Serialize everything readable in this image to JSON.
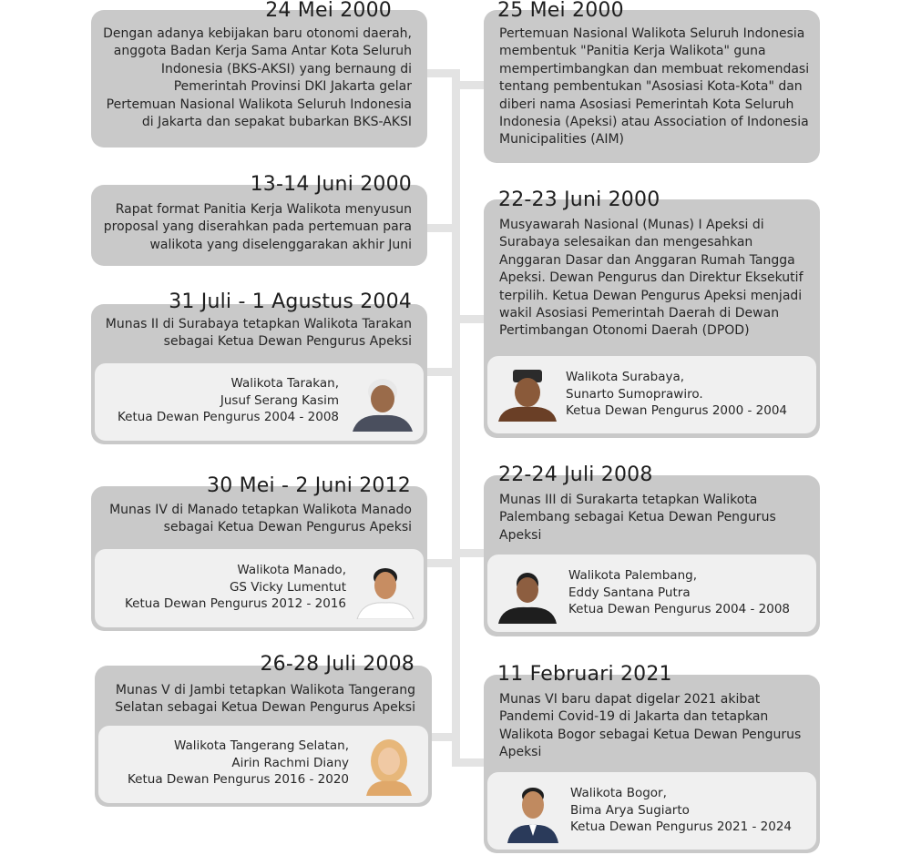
{
  "events": [
    {
      "id": "e1",
      "date": "24 Mei 2000",
      "description": "Dengan adanya kebijakan baru otonomi daerah, anggota Badan Kerja Sama Antar Kota Seluruh Indonesia (BKS-AKSI) yang bernaung di Pemerintah Provinsi DKI Jakarta gelar Pertemuan Nasional Walikota Seluruh Indonesia di Jakarta dan sepakat bubarkan BKS-AKSI"
    },
    {
      "id": "e2",
      "date": "25 Mei 2000",
      "description": "Pertemuan Nasional Walikota Seluruh Indonesia membentuk \"Panitia Kerja Walikota\" guna mempertimbangkan dan membuat rekomendasi tentang pembentukan \"Asosiasi Kota-Kota\" dan diberi nama Asosiasi Pemerintah Kota Seluruh Indonesia (Apeksi) atau Association of Indonesia Municipalities (AIM)"
    },
    {
      "id": "e3",
      "date": "13-14 Juni 2000",
      "description": "Rapat format Panitia Kerja Walikota menyusun proposal yang diserahkan pada pertemuan para walikota yang diselenggarakan akhir Juni"
    },
    {
      "id": "e4",
      "date": "22-23 Juni 2000",
      "description": "Musyawarah Nasional (Munas) I Apeksi di Surabaya selesaikan dan mengesahkan Anggaran Dasar dan Anggaran Rumah Tangga Apeksi. Dewan Pengurus dan Direktur Eksekutif terpilih. Ketua Dewan Pengurus Apeksi menjadi wakil Asosiasi Pemerintah Daerah di Dewan Pertimbangan Otonomi Daerah (DPOD)",
      "person": {
        "role": "Walikota Surabaya,",
        "name": "Sunarto Sumoprawiro.",
        "term": "Ketua Dewan Pengurus 2000 - 2004",
        "photo_icon": "portrait-icon"
      }
    },
    {
      "id": "e5",
      "date": "31 Juli - 1 Agustus 2004",
      "description": "Munas II di Surabaya tetapkan Walikota Tarakan sebagai Ketua Dewan Pengurus Apeksi",
      "person": {
        "role": "Walikota Tarakan,",
        "name": "Jusuf Serang Kasim",
        "term": "Ketua Dewan Pengurus 2004 - 2008",
        "photo_icon": "portrait-icon"
      }
    },
    {
      "id": "e6",
      "date": "22-24 Juli 2008",
      "description": "Munas III di Surakarta tetapkan Walikota Palembang sebagai Ketua Dewan Pengurus Apeksi",
      "person": {
        "role": "Walikota Palembang,",
        "name": "Eddy Santana Putra",
        "term": "Ketua Dewan Pengurus 2004 - 2008",
        "photo_icon": "portrait-icon"
      }
    },
    {
      "id": "e7",
      "date": "30 Mei - 2 Juni 2012",
      "description": "Munas IV di Manado tetapkan Walikota Manado sebagai Ketua Dewan Pengurus Apeksi",
      "person": {
        "role": "Walikota Manado,",
        "name": "GS Vicky Lumentut",
        "term": "Ketua Dewan Pengurus 2012 - 2016",
        "photo_icon": "portrait-icon"
      }
    },
    {
      "id": "e8",
      "date": "26-28 Juli 2008",
      "description": "Munas V di Jambi tetapkan Walikota Tangerang Selatan sebagai Ketua Dewan Pengurus Apeksi",
      "person": {
        "role": "Walikota Tangerang Selatan,",
        "name": "Airin Rachmi Diany",
        "term": "Ketua Dewan Pengurus 2016 - 2020",
        "photo_icon": "portrait-icon"
      }
    },
    {
      "id": "e9",
      "date": "11 Februari 2021",
      "description": "Munas VI baru dapat digelar 2021 akibat Pandemi Covid-19 di Jakarta dan tetapkan Walikota Bogor sebagai Ketua Dewan Pengurus Apeksi",
      "person": {
        "role": "Walikota Bogor,",
        "name": "Bima Arya Sugiarto",
        "term": "Ketua Dewan Pengurus 2021 - 2024",
        "photo_icon": "portrait-icon"
      }
    }
  ]
}
